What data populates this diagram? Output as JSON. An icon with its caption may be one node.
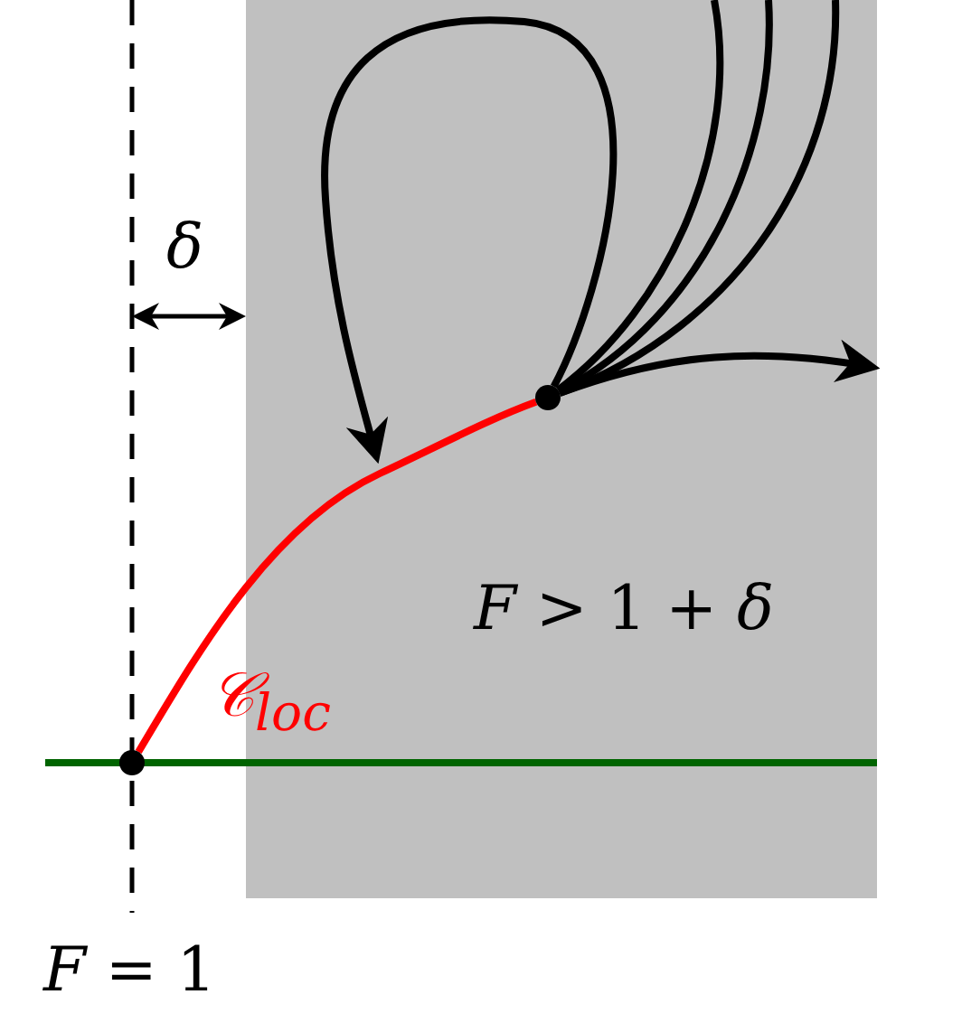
{
  "diagram": {
    "nodes": [
      {
        "text": [
          "*F* > 1 + *δ*"
        ]
      },
      {
        "text": [],
        "shape": "circle",
        "in": 0
      },
      {
        "text": [],
        "shape": "circle"
      }
    ],
    "edges": [
      {
        "from": 2,
        "to": 1,
        "arrow": "none",
        "label": "𝒞$_{loc}$",
        "color": "#ff0000"
      },
      {
        "from": 1,
        "to": null,
        "arrow": "to"
      },
      {
        "from": 1,
        "to": null,
        "arrow": "to"
      },
      {
        "from": 1,
        "to": null,
        "arrow": "none"
      },
      {
        "from": 1,
        "to": null,
        "arrow": "none"
      },
      {
        "from": 1,
        "to": null,
        "arrow": "none"
      }
    ],
    "labels": [
      "*δ*",
      "*F* = 1"
    ]
  }
}
